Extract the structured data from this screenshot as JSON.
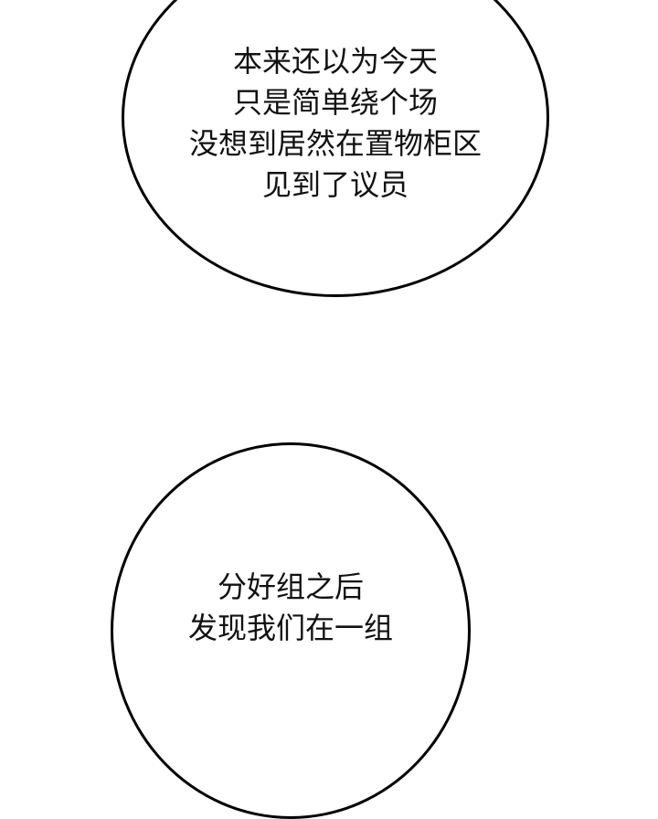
{
  "panel": {
    "background": "#ffffff",
    "bubbles": [
      {
        "id": "bubble-1",
        "lines": [
          "本来还以为今天",
          "只是简单绕个场",
          "没想到居然在置物柜区",
          "见到了议员"
        ]
      },
      {
        "id": "bubble-2",
        "lines": [
          "分好组之后",
          "发现我们在一组"
        ]
      }
    ]
  }
}
